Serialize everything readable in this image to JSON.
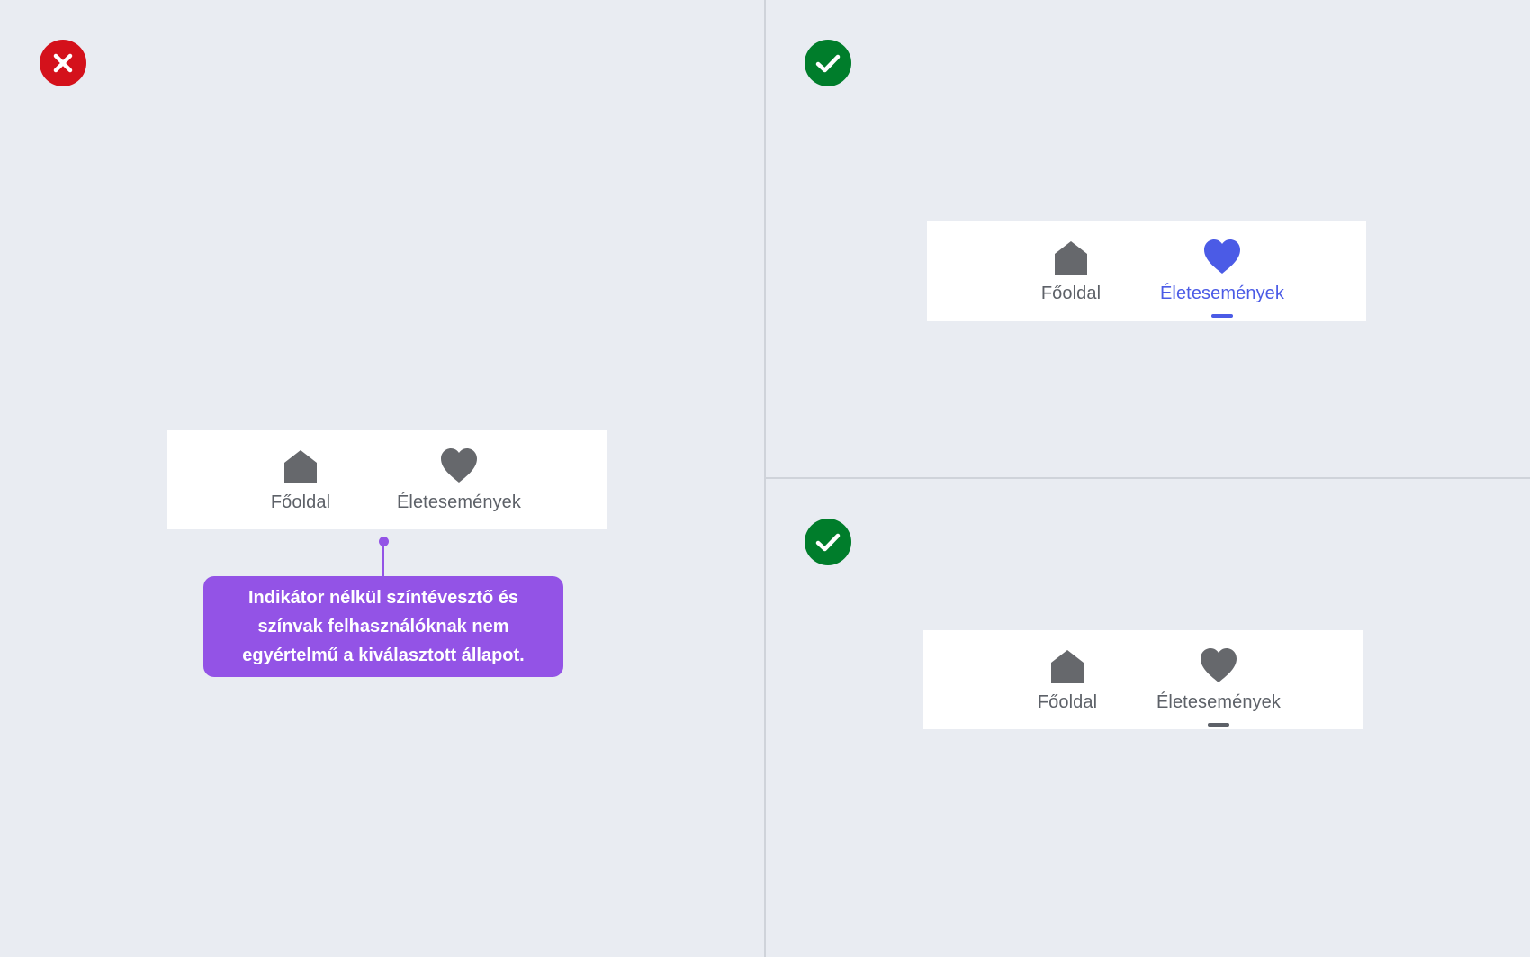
{
  "colors": {
    "background": "#e9ecf2",
    "divider": "#cfd3da",
    "bad": "#d4111b",
    "good": "#007d2b",
    "icon_gray": "#66686c",
    "accent_blue": "#4b5be6",
    "callout_purple": "#9353e6"
  },
  "panels": {
    "bad": {
      "status_icon": "cross-icon",
      "tabs": [
        {
          "label": "Főoldal",
          "icon": "home-icon"
        },
        {
          "label": "Életesemények",
          "icon": "heart-icon"
        }
      ],
      "callout": "Indikátor nélkül színtévesztő és színvak felhasználóknak nem egyértelmű a kiválasztott állapot."
    },
    "good_color": {
      "status_icon": "check-icon",
      "tabs": [
        {
          "label": "Főoldal",
          "icon": "home-icon"
        },
        {
          "label": "Életesemények",
          "icon": "heart-icon",
          "selected": true
        }
      ]
    },
    "good_gray": {
      "status_icon": "check-icon",
      "tabs": [
        {
          "label": "Főoldal",
          "icon": "home-icon"
        },
        {
          "label": "Életesemények",
          "icon": "heart-icon",
          "selected": true
        }
      ]
    }
  }
}
